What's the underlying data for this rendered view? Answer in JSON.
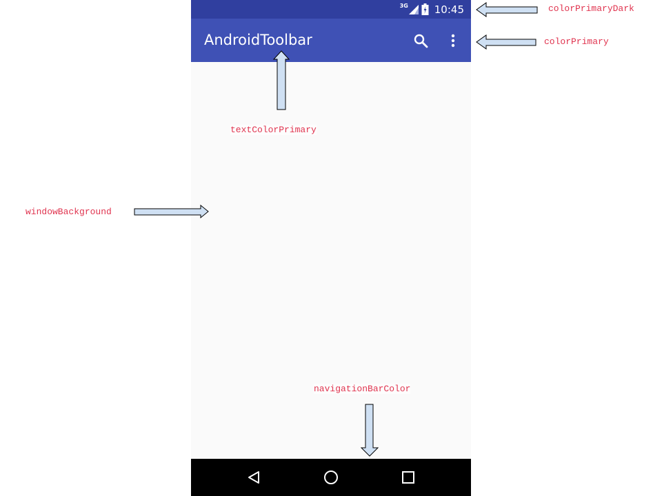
{
  "status_bar": {
    "network": "3G",
    "time": "10:45"
  },
  "toolbar": {
    "title": "AndroidToolbar",
    "actions": [
      "search-icon",
      "more-vert-icon"
    ]
  },
  "nav_bar": {
    "buttons": [
      "back-icon",
      "home-icon",
      "recents-icon"
    ]
  },
  "annotations": {
    "color_primary_dark": "colorPrimaryDark",
    "color_primary": "colorPrimary",
    "text_color_primary": "textColorPrimary",
    "window_background": "windowBackground",
    "navigation_bar_color": "navigationBarColor"
  },
  "colors": {
    "colorPrimaryDark": "#303f9f",
    "colorPrimary": "#3f51b5",
    "textColorPrimary": "#ffffff",
    "windowBackground": "#fafafa",
    "navigationBarColor": "#000000",
    "annotation_text": "#e0344f",
    "arrow_fill": "#cfe0f3"
  }
}
